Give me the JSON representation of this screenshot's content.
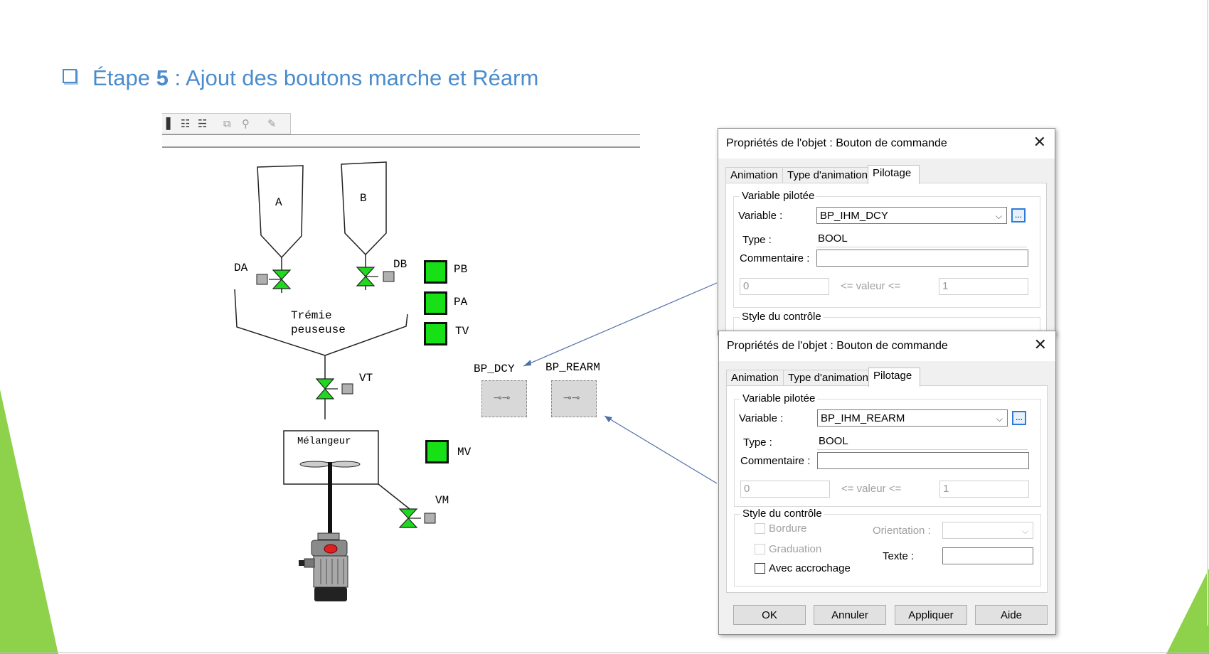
{
  "slide": {
    "title_prefix": "Étape",
    "title_number": "5",
    "title_rest": " : Ajout des boutons marche et Réarm"
  },
  "schematic": {
    "hopper_a": "A",
    "hopper_b": "B",
    "valve_da": "DA",
    "valve_db": "DB",
    "trémie_line1": "Trémie",
    "trémie_line2": "peuseuse",
    "valve_vt": "VT",
    "mixer": "Mélangeur",
    "valve_vm": "VM",
    "ind_pb": "PB",
    "ind_pa": "PA",
    "ind_tv": "TV",
    "ind_mv": "MV",
    "bp_dcy": "BP_DCY",
    "bp_rearm": "BP_REARM",
    "indicator_color": "#17e017",
    "valve_color": "#1fd81f"
  },
  "dialog_dcy": {
    "title": "Propriétés de l'objet : Bouton de commande",
    "tabs": [
      "Animation",
      "Type d'animation",
      "Pilotage"
    ],
    "group_variable": "Variable pilotée",
    "variable_label": "Variable :",
    "variable_value": "BP_IHM_DCY",
    "browse_label": "...",
    "type_label": "Type :",
    "type_value": "BOOL",
    "comment_label": "Commentaire :",
    "min_value": "0",
    "range_label": "<=  valeur  <=",
    "max_value": "1",
    "group_style": "Style du contrôle"
  },
  "dialog_rearm": {
    "title": "Propriétés de l'objet : Bouton de commande",
    "tabs": [
      "Animation",
      "Type d'animation",
      "Pilotage"
    ],
    "group_variable": "Variable pilotée",
    "variable_label": "Variable :",
    "variable_value": "BP_IHM_REARM",
    "browse_label": "...",
    "type_label": "Type :",
    "type_value": "BOOL",
    "comment_label": "Commentaire :",
    "min_value": "0",
    "range_label": "<=  valeur  <=",
    "max_value": "1",
    "group_style": "Style du contrôle",
    "bordure": "Bordure",
    "graduation": "Graduation",
    "accrochage": "Avec accrochage",
    "orientation_label": "Orientation :",
    "texte_label": "Texte :",
    "ok": "OK",
    "annuler": "Annuler",
    "appliquer": "Appliquer",
    "aide": "Aide"
  },
  "colors": {
    "title_blue": "#4a8ccc",
    "deco_green": "#92d050"
  }
}
